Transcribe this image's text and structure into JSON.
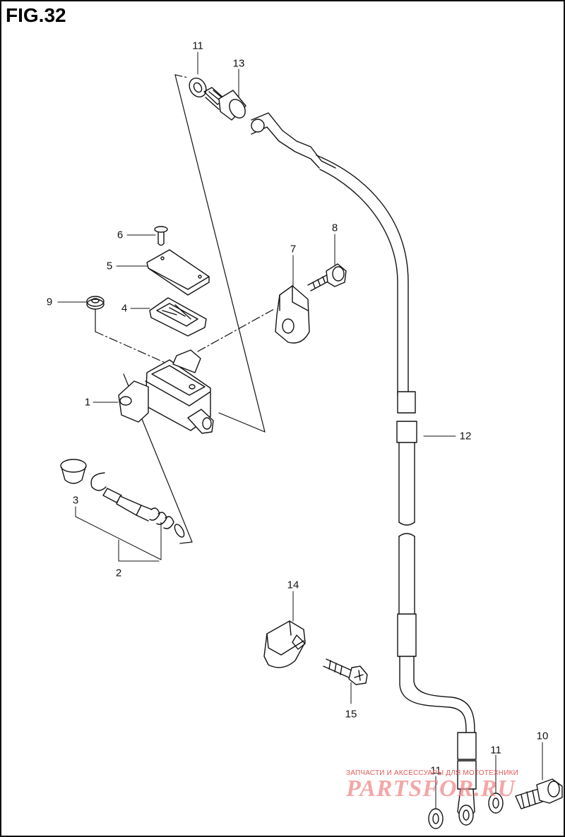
{
  "figure": {
    "title": "FIG.32"
  },
  "callouts": [
    {
      "id": "c1",
      "num": "1"
    },
    {
      "id": "c2",
      "num": "2"
    },
    {
      "id": "c3",
      "num": "3"
    },
    {
      "id": "c4",
      "num": "4"
    },
    {
      "id": "c5",
      "num": "5"
    },
    {
      "id": "c6",
      "num": "6"
    },
    {
      "id": "c7",
      "num": "7"
    },
    {
      "id": "c8",
      "num": "8"
    },
    {
      "id": "c9",
      "num": "9"
    },
    {
      "id": "c10",
      "num": "10"
    },
    {
      "id": "c11a",
      "num": "11"
    },
    {
      "id": "c11b",
      "num": "11"
    },
    {
      "id": "c11c",
      "num": "11"
    },
    {
      "id": "c12",
      "num": "12"
    },
    {
      "id": "c13",
      "num": "13"
    },
    {
      "id": "c14",
      "num": "14"
    },
    {
      "id": "c15",
      "num": "15"
    }
  ],
  "watermark": {
    "caption": "ЗАПЧАСТИ И АКСЕССУАРЫ ДЛЯ МОТОТЕХНИКИ",
    "logo": "PARTSFOR.RU"
  }
}
